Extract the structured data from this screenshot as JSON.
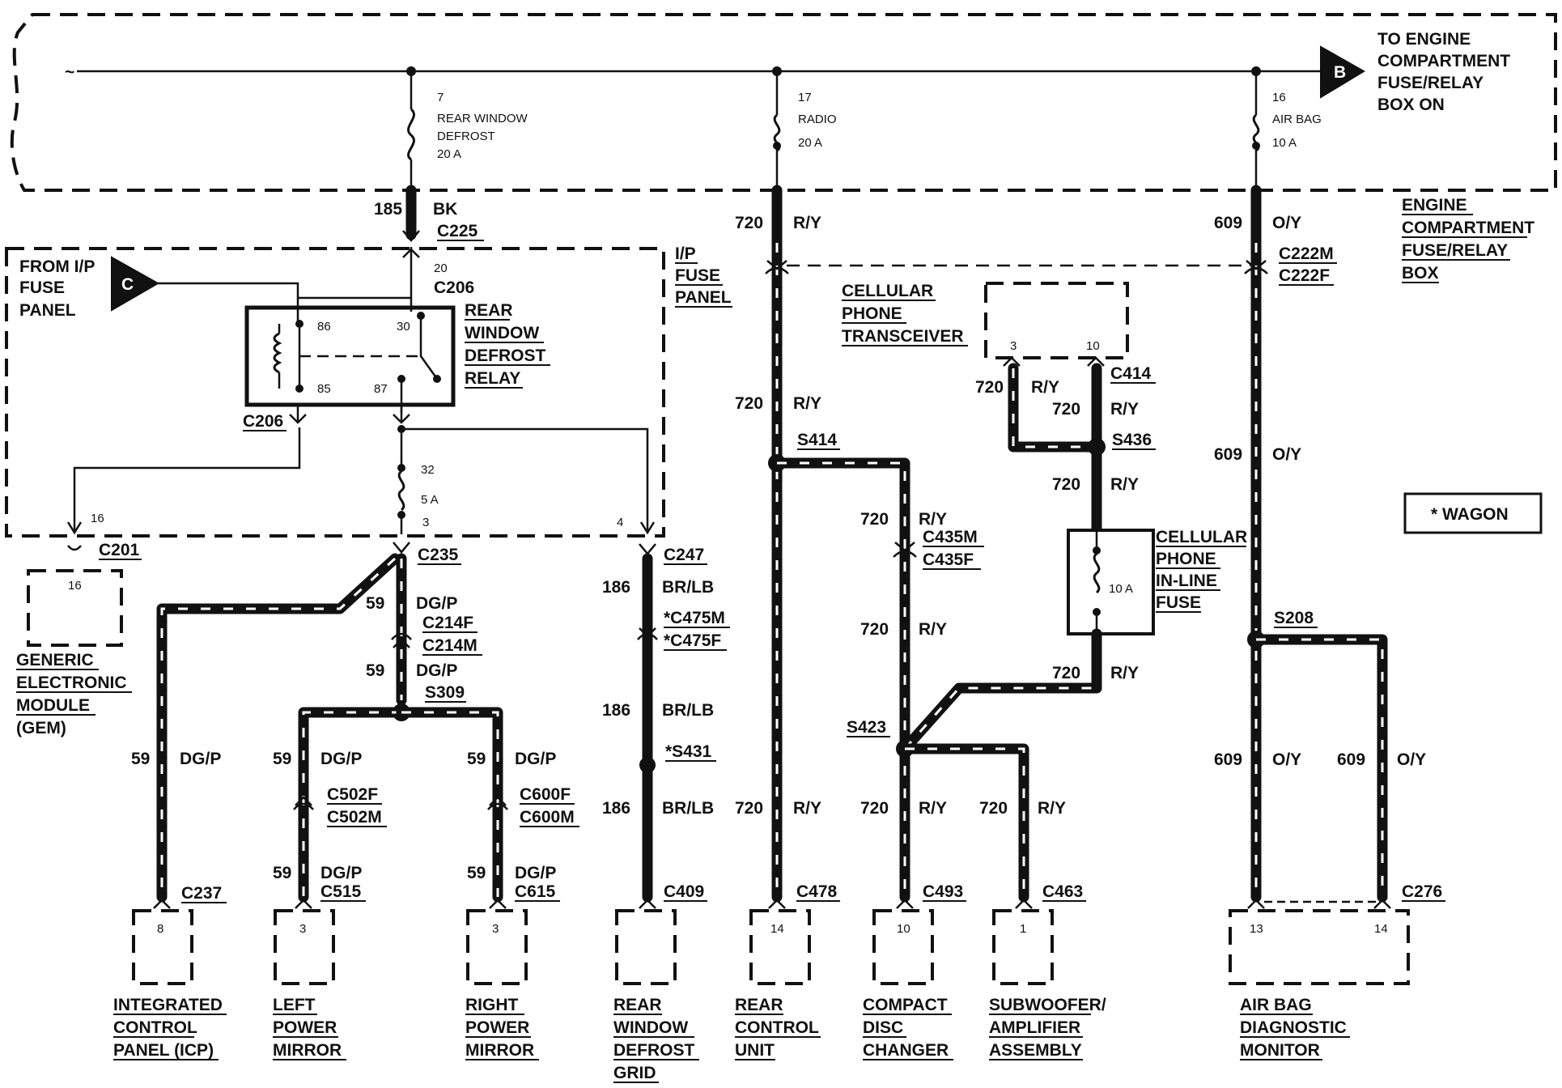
{
  "wagon_note": "* WAGON",
  "engine_box": {
    "title": [
      "ENGINE",
      "COMPARTMENT",
      "FUSE/RELAY",
      "BOX"
    ],
    "feed_note": [
      "TO ENGINE",
      "COMPARTMENT",
      "FUSE/RELAY",
      "BOX ON"
    ],
    "feed_ref": "B"
  },
  "ip_box": {
    "title": [
      "I/P",
      "FUSE",
      "PANEL"
    ],
    "from_label": [
      "FROM I/P",
      "FUSE",
      "PANEL"
    ],
    "from_ref": "C"
  },
  "fuses": {
    "f7": {
      "num": "7",
      "name": [
        "REAR WINDOW",
        "DEFROST"
      ],
      "amps": "20 A"
    },
    "f17": {
      "num": "17",
      "name": [
        "RADIO"
      ],
      "amps": "20 A"
    },
    "f16": {
      "num": "16",
      "name": [
        "AIR BAG"
      ],
      "amps": "10 A"
    },
    "f32": {
      "num": "32",
      "amps": "5 A"
    },
    "inline": {
      "amps": "10 A"
    }
  },
  "relay": {
    "title": [
      "REAR",
      "WINDOW",
      "DEFROST",
      "RELAY"
    ],
    "pins": [
      "86",
      "30",
      "85",
      "87"
    ]
  },
  "wires": {
    "w185": "185",
    "bk": "BK",
    "w720": "720",
    "ry": "R/Y",
    "w609": "609",
    "oy": "O/Y",
    "w59": "59",
    "dgp": "DG/P",
    "w186": "186",
    "brlb": "BR/LB"
  },
  "connectors": {
    "c225": "C225",
    "c206": "C206",
    "c206b": "C206",
    "c201": "C201",
    "c235": "C235",
    "c247": "C247",
    "c214f": "C214F",
    "c214m": "C214M",
    "s309": "S309",
    "c502f": "C502F",
    "c502m": "C502M",
    "c600f": "C600F",
    "c600m": "C600M",
    "c515": "C515",
    "c615": "C615",
    "c237": "C237",
    "c475m": "*C475M",
    "c475f": "*C475F",
    "s431": "*S431",
    "c409": "C409",
    "s414": "S414",
    "c478": "C478",
    "c435m": "C435M",
    "c435f": "C435F",
    "s423": "S423",
    "c493": "C493",
    "c463": "C463",
    "c414": "C414",
    "s436": "S436",
    "c222m": "C222M",
    "c222f": "C222F",
    "s208": "S208",
    "c276": "C276"
  },
  "pins": {
    "p20": "20",
    "p16": "16",
    "p3": "3",
    "p4": "4",
    "gem16": "16",
    "icp8": "8",
    "lpm3": "3",
    "rpm3": "3",
    "rcu14": "14",
    "cdc10": "10",
    "sub1": "1",
    "abm13": "13",
    "abm14": "14",
    "tr3": "3",
    "tr10": "10"
  },
  "components": {
    "gem": [
      "GENERIC",
      "ELECTRONIC",
      "MODULE",
      "(GEM)"
    ],
    "icp": [
      "INTEGRATED",
      "CONTROL",
      "PANEL (ICP)"
    ],
    "lpm": [
      "LEFT",
      "POWER",
      "MIRROR"
    ],
    "rpm": [
      "RIGHT",
      "POWER",
      "MIRROR"
    ],
    "grid": [
      "REAR",
      "WINDOW",
      "DEFROST",
      "GRID"
    ],
    "rcu": [
      "REAR",
      "CONTROL",
      "UNIT"
    ],
    "cdc": [
      "COMPACT",
      "DISC",
      "CHANGER"
    ],
    "sub": [
      "SUBWOOFER/",
      "AMPLIFIER",
      "ASSEMBLY"
    ],
    "abm": [
      "AIR BAG",
      "DIAGNOSTIC",
      "MONITOR"
    ],
    "transceiver": [
      "CELLULAR",
      "PHONE",
      "TRANSCEIVER"
    ],
    "inline_fuse": [
      "CELLULAR",
      "PHONE",
      "IN-LINE",
      "FUSE"
    ]
  }
}
